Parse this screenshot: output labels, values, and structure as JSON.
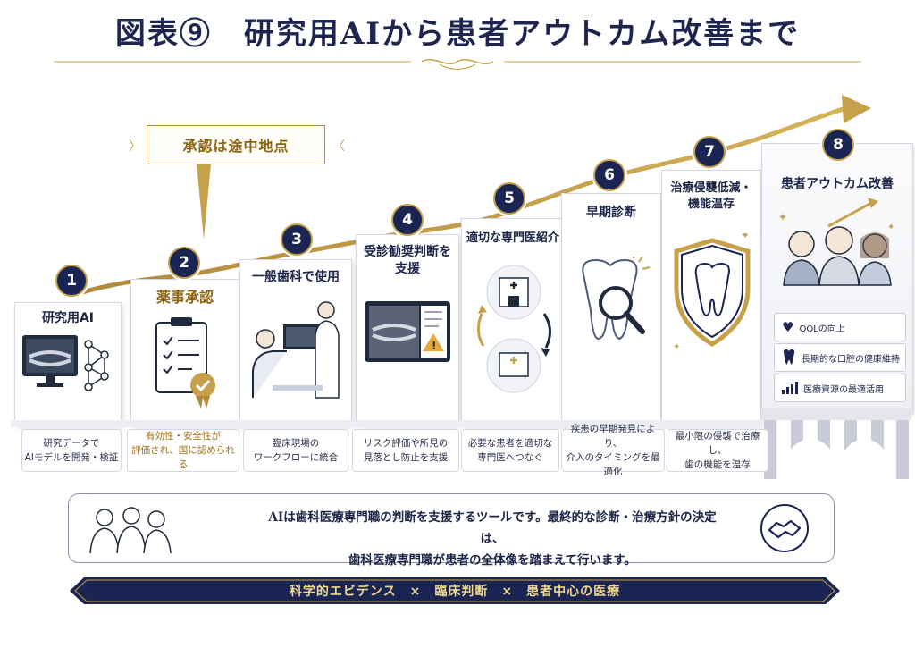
{
  "title": "図表⑨　研究用AIから患者アウトカム改善まで",
  "callout": "承認は途中地点",
  "steps": [
    {
      "num": "1",
      "label": "研究用AI",
      "caption": [
        "研究データで",
        "AIモデルを開発・検証"
      ]
    },
    {
      "num": "2",
      "label": "薬事承認",
      "caption": [
        "有効性・安全性が",
        "評価され、国に認められる"
      ]
    },
    {
      "num": "3",
      "label": "一般歯科で使用",
      "caption": [
        "臨床現場の",
        "ワークフローに統合"
      ]
    },
    {
      "num": "4",
      "label": [
        "受診勧奨判断を",
        "支援"
      ],
      "caption": [
        "リスク評価や所見の",
        "見落とし防止を支援"
      ]
    },
    {
      "num": "5",
      "label": "適切な専門医紹介",
      "caption": [
        "必要な患者を適切な",
        "専門医へつなぐ"
      ]
    },
    {
      "num": "6",
      "label": "早期診断",
      "caption": [
        "疾患の早期発見により、",
        "介入のタイミングを最適化"
      ]
    },
    {
      "num": "7",
      "label": [
        "治療侵襲低減・",
        "機能温存"
      ],
      "caption": [
        "最小限の侵襲で治療し、",
        "歯の機能を温存"
      ]
    },
    {
      "num": "8",
      "label": "患者アウトカム改善",
      "outcomes": [
        "QOLの向上",
        "長期的な口腔の健康維持",
        "医療資源の最適活用"
      ]
    }
  ],
  "note": {
    "line1": "AIは歯科医療専門職の判断を支援するツールです。最終的な診断・治療方針の決定は、",
    "line2": "歯科医療専門職が患者の全体像を踏まえて行います。"
  },
  "banner": "科学的エビデンス　×　臨床判断　×　患者中心の医療",
  "colors": {
    "navy": "#1a2553",
    "gold": "#c7a14a",
    "text": "#1c2448"
  }
}
